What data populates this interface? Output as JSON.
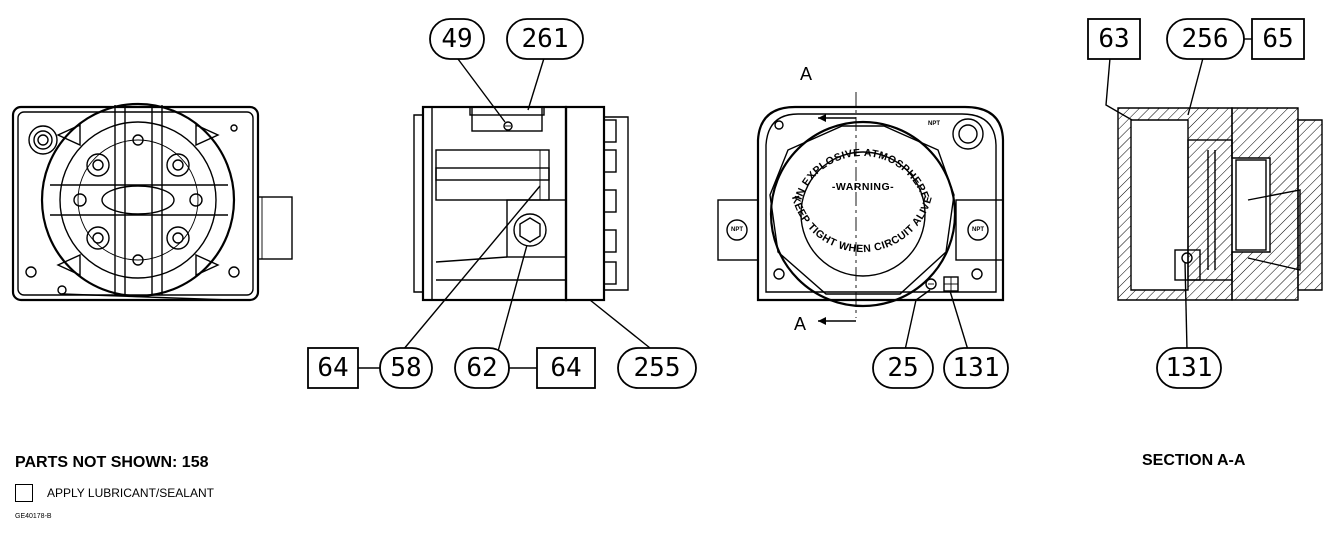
{
  "callouts": {
    "c49": "49",
    "c261": "261",
    "c63": "63",
    "c256": "256",
    "c65": "65",
    "c64a": "64",
    "c58": "58",
    "c62": "62",
    "c64b": "64",
    "c255": "255",
    "c25": "25",
    "c131a": "131",
    "c131b": "131"
  },
  "section_marks": {
    "top": "A",
    "bottom": "A"
  },
  "cover_text": {
    "upper": "IN EXPLOSIVE ATMOSPHERE",
    "middle": "-WARNING-",
    "lower": "KEEP TIGHT WHEN CIRCUIT ALIVE"
  },
  "port_labels": {
    "left": "NPT",
    "right": "NPT",
    "top_right": "NPT"
  },
  "notes": {
    "parts_not_shown": "PARTS NOT SHOWN: 158",
    "section_title": "SECTION A-A",
    "legend_text": "APPLY LUBRICANT/SEALANT",
    "drawing_code": "GE40178-B"
  }
}
